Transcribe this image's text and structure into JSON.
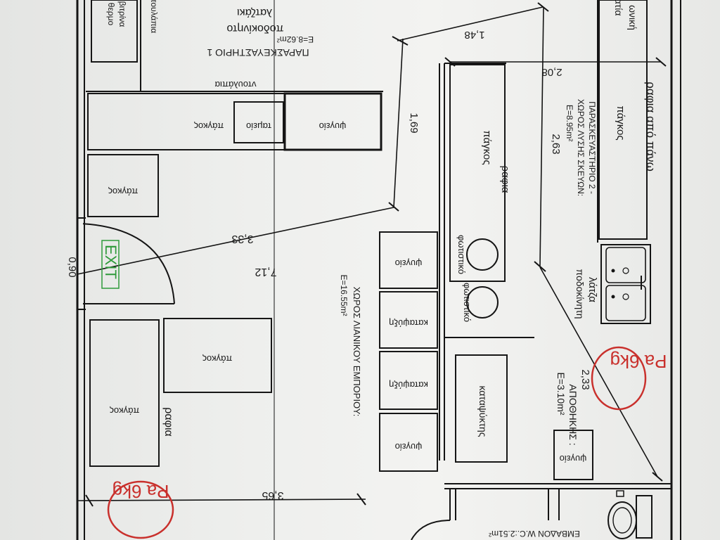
{
  "rooms": {
    "prep1_title": "ΠΑΡΑΣΚΕΥΑΣΤΗΡΙΟ 1",
    "prep1_area": "E=8.62m²",
    "prep1_sink": "λατζάκι",
    "prep1_sink_note": "ποδοκίνητο",
    "prep2_title": "ΠΑΡΑΣΚΕΥΑΣΤΗΡΙΟ 2 -",
    "prep2_sub": "ΧΩΡΟΣ ΛΥΣΗΣ ΣΚΕΥΩΝ:",
    "prep2_area": "E=8.95m²",
    "retail_title": "ΧΩΡΟΣ ΛΙΑΝΙΚΟΥ ΕΜΠΟΡΙΟΥ:",
    "retail_area": "E=16.55m²",
    "storage_title": "ΑΠΟΘΗΚΗΣ :",
    "storage_area": "E=3.10m²",
    "wc_title": "ΕΜΒΑΔΟΝ W.C.:2.51m²"
  },
  "fixtures": {
    "pagkos": "πάγκος",
    "psygeio": "ψυγείο",
    "katapsyxi": "καταψύξη",
    "katapsyktis": "καταψύκτης",
    "tameio": "ταμείο",
    "rafia": "ραφια",
    "rafia_above": "ραφια από πάνω",
    "ntoulapia": "ντουλάπια",
    "thermo": "θερμο",
    "vitrina": "βιτρίνα",
    "latza": "λάτζα",
    "latza_note": "ποδοκίνητη",
    "fotistiko": "φωτιστικό",
    "partial_top": "ωνική",
    "partial_top2": "ατία"
  },
  "dimensions": {
    "d148": "1,48",
    "d208": "2,08",
    "d263": "2,63",
    "d169": "1,69",
    "d333": "3,33",
    "d712": "7,12",
    "d090": "0,90",
    "d233": "2,33",
    "d365": "3,65"
  },
  "signs": {
    "exit": "EXIT",
    "stamp": "Pa 6kg"
  },
  "colors": {
    "ink": "#141414",
    "stamp": "#c9302c",
    "exit": "#2e9a3a"
  }
}
